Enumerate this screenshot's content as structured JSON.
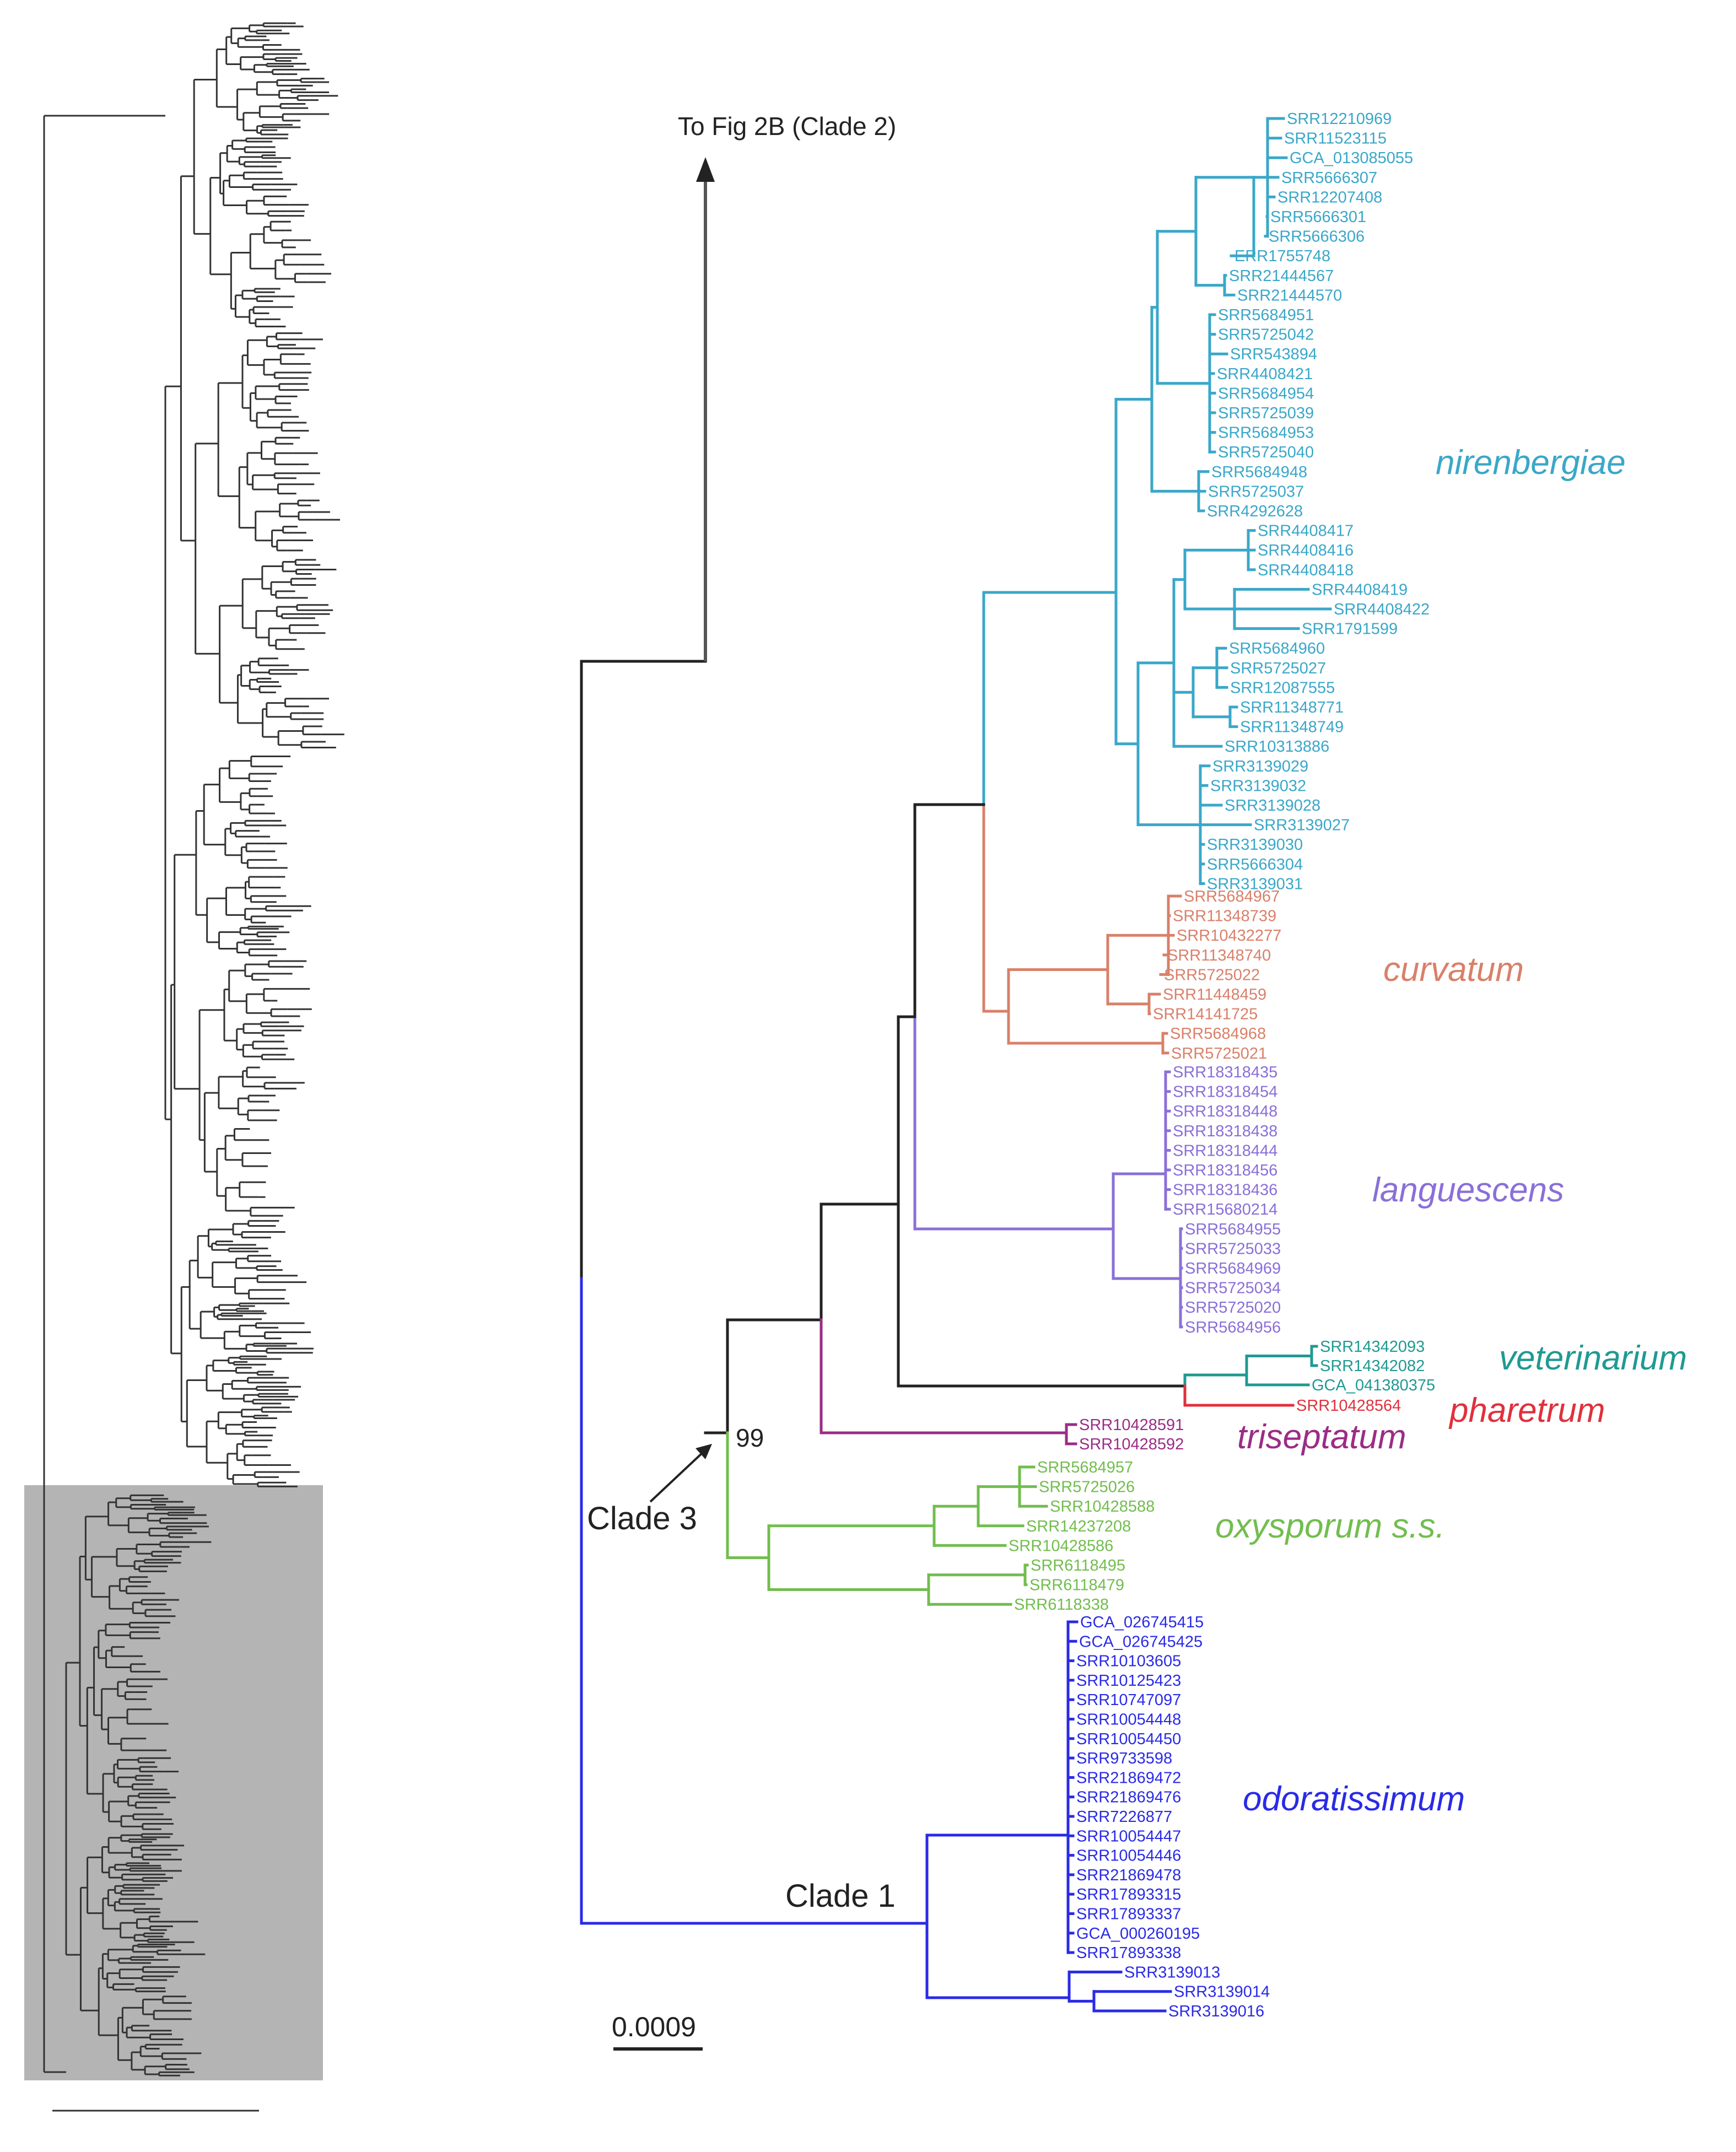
{
  "labels": {
    "arrow_target": "To Fig 2B (Clade 2)",
    "clade3": "Clade 3",
    "clade1": "Clade 1",
    "support": "99",
    "scale": "0.0009"
  },
  "colors": {
    "nirenbergiae": "#3aa7c9",
    "curvatum": "#d9806a",
    "languescens": "#8a6fd8",
    "veterinarium": "#1f9a92",
    "pharetrum": "#e0313c",
    "triseptatum": "#9b2c86",
    "oxysporum": "#72bd4e",
    "odoratissimum": "#2a2ae8",
    "backbone": "#222222"
  },
  "clades": [
    {
      "key": "nirenbergiae",
      "name": "nirenbergiae",
      "leaves": [
        "SRR12210969",
        "SRR11523115",
        "GCA_013085055",
        "SRR5666307",
        "SRR12207408",
        "SRR5666301",
        "SRR5666306",
        "ERR1755748",
        "SRR21444567",
        "SRR21444570",
        "SRR5684951",
        "SRR5725042",
        "SRR543894",
        "SRR4408421",
        "SRR5684954",
        "SRR5725039",
        "SRR5684953",
        "SRR5725040",
        "SRR5684948",
        "SRR5725037",
        "SRR4292628",
        "SRR4408417",
        "SRR4408416",
        "SRR4408418",
        "SRR4408419",
        "SRR4408422",
        "SRR1791599",
        "SRR5684960",
        "SRR5725027",
        "SRR12087555",
        "SRR11348771",
        "SRR11348749",
        "SRR10313886",
        "SRR3139029",
        "SRR3139032",
        "SRR3139028",
        "SRR3139027",
        "SRR3139030",
        "SRR5666304",
        "SRR3139031"
      ]
    },
    {
      "key": "curvatum",
      "name": "curvatum",
      "leaves": [
        "SRR5684967",
        "SRR11348739",
        "SRR10432277",
        "SRR11348740",
        "SRR5725022",
        "SRR11448459",
        "SRR14141725",
        "SRR5684968",
        "SRR5725021"
      ]
    },
    {
      "key": "languescens",
      "name": "languescens",
      "leaves": [
        "SRR18318435",
        "SRR18318454",
        "SRR18318448",
        "SRR18318438",
        "SRR18318444",
        "SRR18318456",
        "SRR18318436",
        "SRR15680214",
        "SRR5684955",
        "SRR5725033",
        "SRR5684969",
        "SRR5725034",
        "SRR5725020",
        "SRR5684956"
      ]
    },
    {
      "key": "veterinarium",
      "name": "veterinarium",
      "leaves": [
        "SRR14342093",
        "SRR14342082",
        "GCA_041380375"
      ]
    },
    {
      "key": "pharetrum",
      "name": "pharetrum",
      "leaves": [
        "SRR10428564"
      ]
    },
    {
      "key": "triseptatum",
      "name": "triseptatum",
      "leaves": [
        "SRR10428591",
        "SRR10428592"
      ]
    },
    {
      "key": "oxysporum",
      "name": "oxysporum s.s.",
      "leaves": [
        "SRR5684957",
        "SRR5725026",
        "SRR10428588",
        "SRR14237208",
        "SRR10428586",
        "SRR6118495",
        "SRR6118479",
        "SRR6118338"
      ]
    },
    {
      "key": "odoratissimum",
      "name": "odoratissimum",
      "leaves": [
        "GCA_026745415",
        "GCA_026745425",
        "SRR10103605",
        "SRR10125423",
        "SRR10747097",
        "SRR10054448",
        "SRR10054450",
        "SRR9733598",
        "SRR21869472",
        "SRR21869476",
        "SRR7226877",
        "SRR10054447",
        "SRR10054446",
        "SRR21869478",
        "SRR17893315",
        "SRR17893337",
        "GCA_000260195",
        "SRR17893338",
        "SRR3139013",
        "SRR3139014",
        "SRR3139016"
      ]
    }
  ]
}
